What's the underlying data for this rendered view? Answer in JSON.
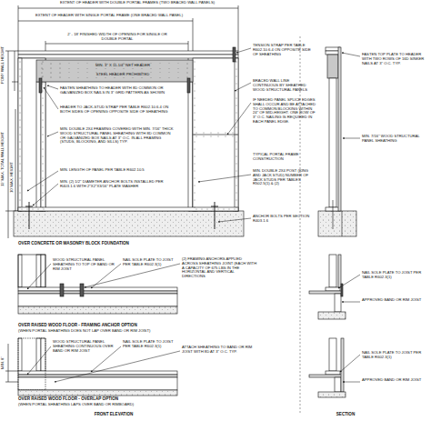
{
  "diagram": {
    "labels": [
      "EXTENT OF HEADER WITH DOUBLE PORTAL FRAMES (TWO BRACED WALL PANELS)",
      "EXTENT OF HEADER WITH SINGLE PORTAL FRAME (ONE BRACED WALL PANEL)",
      "2' - 18' FINISHED WIDTH OF OPENING FOR SINGLE OR DOUBLE PORTAL",
      "MIN. 3\" X 11-1/4\" NET HEADER",
      "STEEL HEADER PROHIBITED",
      "FASTEN SHEATHING TO HEADER WITH 8D COMMON OR GALVANIZED BOX NAILS IN 3\" GRID PATTERN AS SHOWN",
      "HEADER TO JACK-STUD STRAP PER TABLE R602.10.6.4 ON BOTH SIDES OF OPENING OPPOSITE SIDE OF SHEATHING",
      "MIN. DOUBLE 2X4 FRAMING COVERED WITH MIN. 7/16\" THICK WOOD STRUCTURAL PANEL SHEATHING WITH 8D COMMON OR GALVANIZED BOX NAILS AT 3\" O.C. IN ALL FRAMING (STUDS, BLOCKING, AND SILLS) TYP.",
      "MIN. LENGTH OF PANEL PER TABLE R602.10.5",
      "MIN. (2) 1/2\" DIAMETER ANCHOR BOLTS INSTALLED PER R403.1.6 WITH 2\"X2\"X3/16\" PLATE WASHER",
      "PONY WALL HEIGHT",
      "12' MAX. TOTAL WALL HEIGHT",
      "10' MAX. HEIGHT",
      "TENSION STRAP PER TABLE R602.10.6.4 ON OPPOSITE SIDE OF SHEATHING",
      "BRACED WALL LINE CONTINUOUS BY SHEATHED WOOD STRUCTURAL PANELS",
      "IF NEEDED PANEL SPLICE EDGES SHALL OCCUR AND BE ATTACHED TO COMMON BLOCKING WITHIN 24\" OF MID-HEIGHT. ONE ROW OF 3\" O.C. NAILING IS REQUIRED IN EACH PANEL EDGE.",
      "TYPICAL PORTAL FRAME CONSTRUCTION",
      "MIN. DOUBLE 2X4 POST (KING AND JACK STUD) NUMBER OF JACK STUDS PER TABLES R502.5(1) & (2)",
      "ANCHOR BOLTS PER SECTION R403.1.6",
      "FASTEN TOP PLATE TO HEADER WITH TWO ROWS OF 16D SINKER NAILS AT 3\" O.C. TYP.",
      "MIN. 7/16\" WOOD STRUCTURAL PANEL SHEATHING",
      "OVER CONCRETE OR MASONRY BLOCK FOUNDATION",
      "WOOD STRUCTURAL PANEL SHEATHING TO TOP OF BAND OR RIM JOIST",
      "NAIL SOLE PLATE TO JOIST PER TABLE R602.3(1)",
      "(2) FRAMING ANCHORS APPLIED ACROSS SHEATHING JOINT (EACH WITH A CAPACITY OF 675 LBS IN THE HORIZONTAL AND VERTICAL DIRECTIONS",
      "NAIL SOLE PLATE TO JOIST PER TABLE R602.3(1)",
      "APPROVED BAND OR RIM JOIST",
      "OVER RAISED WOOD FLOOR - FRAMING ANCHOR OPTION",
      "(WHEN PORTAL SHEATHING DOES NOT LAP OVER BAND OR RIM JOIST)",
      "MIN. 8\"",
      "WOOD STRUCTURAL PANEL SHEATHING CONTINUOUS OVER BAND OR RIM JOIST",
      "NAIL SOLE PLATE TO JOIST PER TABLE R602.3(1)",
      "ATTACH SHEATHING TO BAND OR RIM JOIST WITH 8D AT 3\" O.C. TYP.",
      "NAIL SOLE PLATE TO JOIST PER TABLE R602.3(1)",
      "APPROVED BAND OR RIM JOIST",
      "OVER RAISED WOOD FLOOR - OVERLAP OPTION",
      "(WHEN PORTAL SHEATHING LAPS OVER BAND OR RIMBOARD)",
      "FRONT ELEVATION",
      "SECTION"
    ]
  }
}
